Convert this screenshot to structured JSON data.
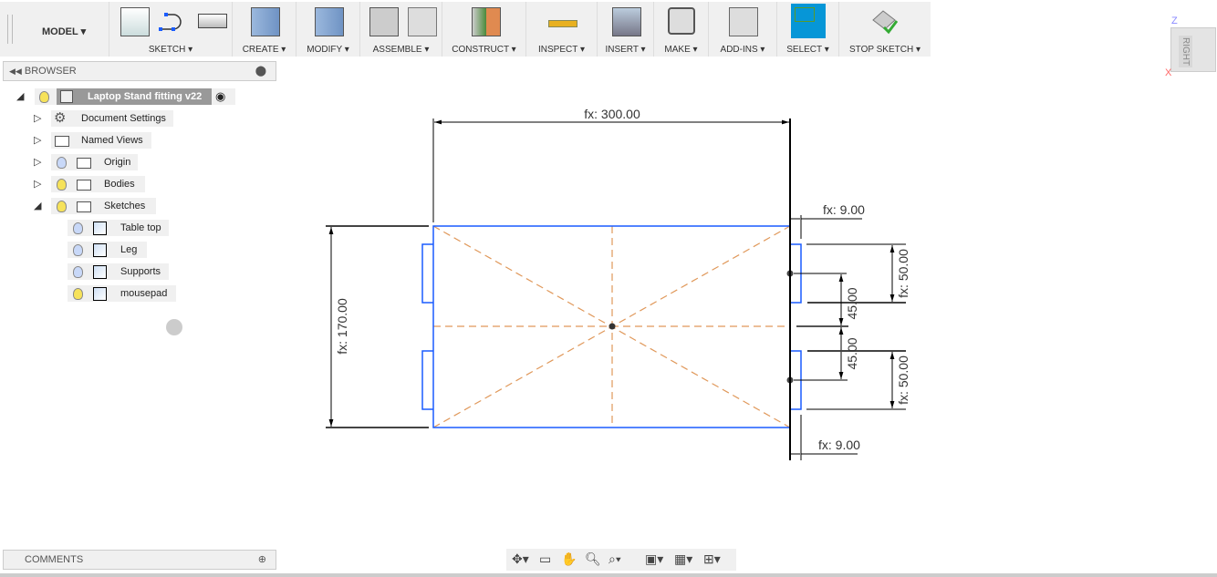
{
  "toolbar": {
    "model": "MODEL ▾",
    "groups": [
      "SKETCH ▾",
      "CREATE ▾",
      "MODIFY ▾",
      "ASSEMBLE ▾",
      "CONSTRUCT ▾",
      "INSPECT ▾",
      "INSERT ▾",
      "MAKE ▾",
      "ADD-INS ▾",
      "SELECT ▾",
      "STOP SKETCH ▾"
    ]
  },
  "browser": {
    "title": "BROWSER",
    "root": "Laptop Stand fitting v22",
    "items": [
      "Document Settings",
      "Named Views",
      "Origin",
      "Bodies",
      "Sketches"
    ],
    "sketches": [
      "Table top",
      "Leg",
      "Supports",
      "mousepad"
    ]
  },
  "comments": {
    "title": "COMMENTS"
  },
  "viewcube": {
    "face": "RIGHT",
    "z": "Z",
    "x": "X"
  },
  "dims": {
    "width": "fx: 300.00",
    "height": "fx: 170.00",
    "offset_top": "fx: 9.00",
    "offset_bottom": "fx: 9.00",
    "tab1": "fx: 50.00",
    "tab2": "fx: 50.00",
    "gap1": "45.00",
    "gap2": "45.00"
  },
  "colors": {
    "sketch": "#1a5cff",
    "construction": "#e0985a",
    "select": "#0696d7"
  }
}
